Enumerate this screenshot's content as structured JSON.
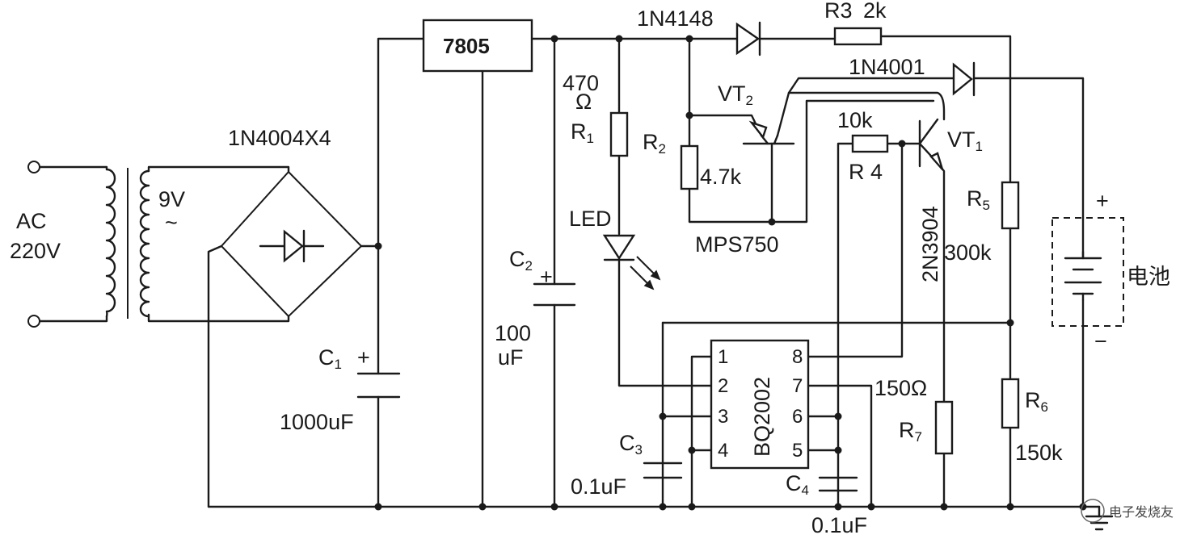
{
  "labels": {
    "ac": "AC",
    "ac_voltage": "220V",
    "secondary_voltage": "9V",
    "ac_symbol": "~",
    "bridge": "1N4004X4",
    "regulator": "7805",
    "c1": "C",
    "c1_sub": "1",
    "c1_plus": "+",
    "c1_value": "1000uF",
    "c2": "C",
    "c2_sub": "2",
    "c2_plus": "+",
    "c2_value1": "100",
    "c2_value2": "uF",
    "r1_value1": "470",
    "r1_value2": "Ω",
    "r1": "R",
    "r1_sub": "1",
    "led": "LED",
    "d1": "1N4148",
    "r3": "R3",
    "r3_value": "2k",
    "d2": "1N4001",
    "vt2": "VT",
    "vt2_sub": "2",
    "r2": "R",
    "r2_sub": "2",
    "r2_value": "4.7k",
    "vt2_part": "MPS750",
    "r4_value": "10k",
    "r4": "R 4",
    "vt1": "VT",
    "vt1_sub": "1",
    "vt1_part": "2N3904",
    "r5": "R",
    "r5_sub": "5",
    "r5_value": "300k",
    "battery": "电池",
    "battery_plus": "+",
    "battery_minus": "−",
    "ic": "BQ2002",
    "pins_left": [
      "1",
      "2",
      "3",
      "4"
    ],
    "pins_right": [
      "8",
      "7",
      "6",
      "5"
    ],
    "r7_value": "150Ω",
    "r7": "R",
    "r7_sub": "7",
    "r6": "R",
    "r6_sub": "6",
    "r6_value": "150k",
    "c3": "C",
    "c3_sub": "3",
    "c3_value": "0.1uF",
    "c4": "C",
    "c4_sub": "4",
    "c4_value": "0.1uF",
    "watermark": "电子发烧友"
  }
}
